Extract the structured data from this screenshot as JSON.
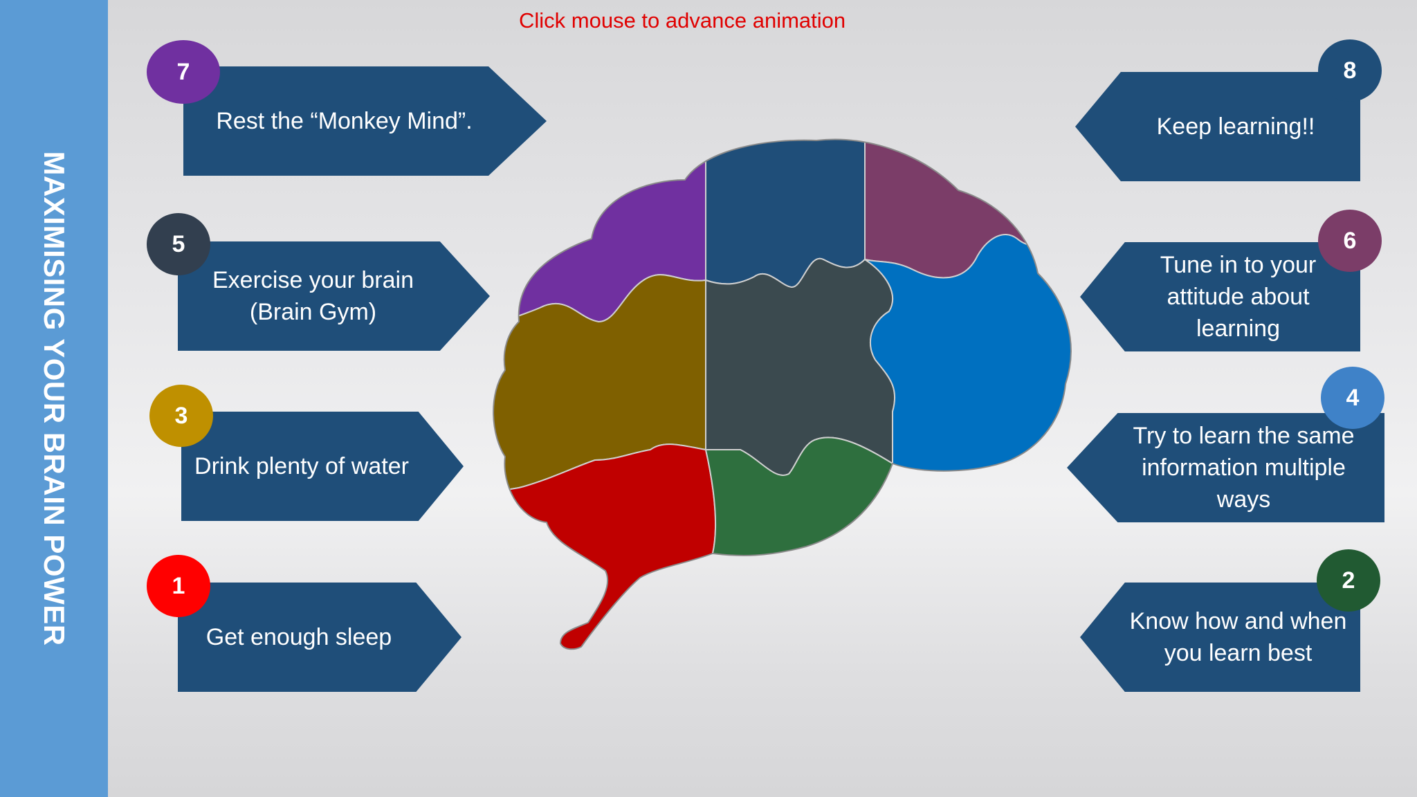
{
  "sidebar": {
    "title": "MAXIMISING YOUR BRAIN POWER",
    "color": "#5b9bd5"
  },
  "hint": "Click mouse to advance animation",
  "tips": [
    {
      "number": "7",
      "text": "Rest the “Monkey Mind”.",
      "color": "#7030a0"
    },
    {
      "number": "5",
      "text": "Exercise your brain\n(Brain Gym)",
      "color": "#323f4f"
    },
    {
      "number": "3",
      "text": "Drink plenty of water",
      "color": "#bf9000"
    },
    {
      "number": "1",
      "text": "Get enough sleep",
      "color": "#ff0000"
    },
    {
      "number": "8",
      "text": "Keep learning!!",
      "color": "#1f4e79"
    },
    {
      "number": "6",
      "text": "Tune in to your attitude about learning",
      "color": "#7b3d68"
    },
    {
      "number": "4",
      "text": "Try to learn the same information multiple ways",
      "color": "#3f82c8"
    },
    {
      "number": "2",
      "text": "Know how and when you learn best",
      "color": "#215a32"
    }
  ],
  "brain_pieces": [
    {
      "region": "upper-left",
      "color": "#7030a0"
    },
    {
      "region": "top",
      "color": "#1f4e79"
    },
    {
      "region": "top-right",
      "color": "#7b3d68"
    },
    {
      "region": "left",
      "color": "#7f6000"
    },
    {
      "region": "center",
      "color": "#3b4a4f"
    },
    {
      "region": "right",
      "color": "#0070c0"
    },
    {
      "region": "lower-left",
      "color": "#c00000"
    },
    {
      "region": "lower-center",
      "color": "#2e6f3e"
    }
  ]
}
